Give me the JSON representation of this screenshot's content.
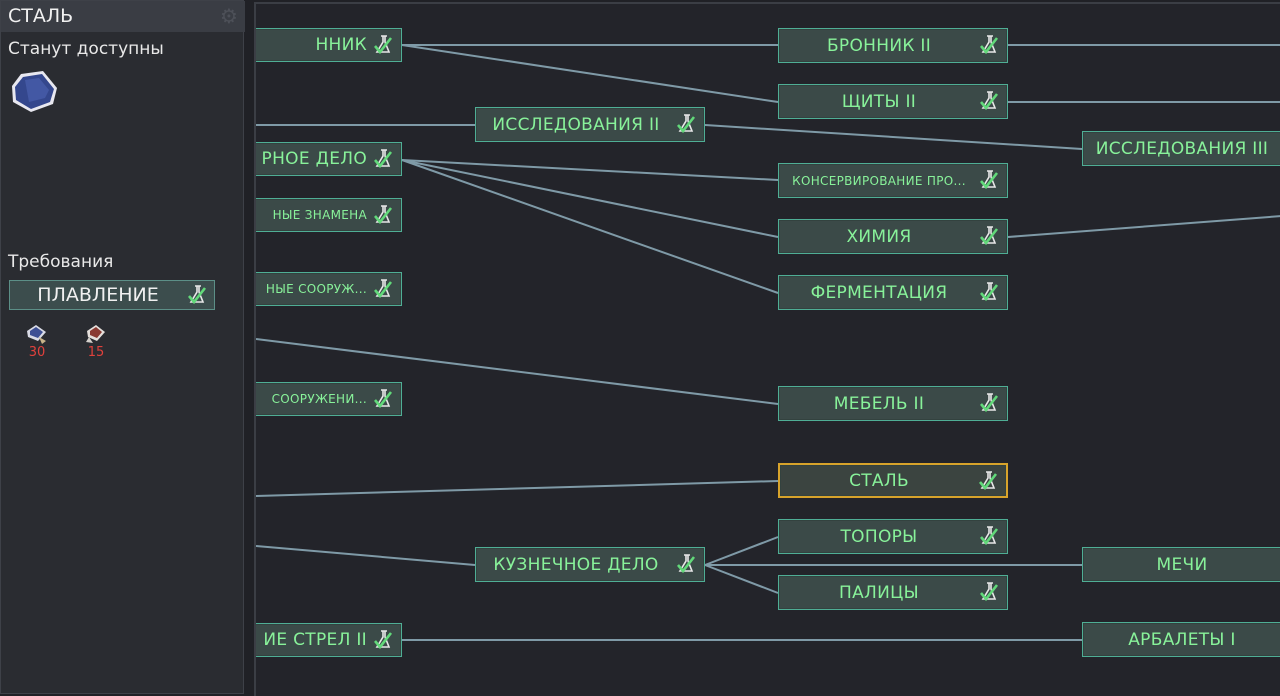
{
  "panel": {
    "title": "СТАЛЬ",
    "unlocks_label": "Станут доступны",
    "requirements_label": "Требования",
    "required_tech": "ПЛАВЛЕНИЕ",
    "costs": [
      {
        "icon": "research-pack-icon",
        "value": "30"
      },
      {
        "icon": "advanced-research-pack-icon",
        "value": "15"
      }
    ]
  },
  "tree": {
    "left_column": [
      "ННИК",
      "РНОЕ ДЕЛО",
      "НЫЕ ЗНАМЕНА",
      "НЫЕ СООРУЖ...",
      "СООРУЖЕНИ...",
      "ИЕ СТРЕЛ II"
    ],
    "middle_column": [
      "ИССЛЕДОВАНИЯ II",
      "КУЗНЕЧНОЕ ДЕЛО"
    ],
    "center_column": [
      "БРОННИК II",
      "ЩИТЫ II",
      "КОНСЕРВИРОВАНИЕ ПРО...",
      "ХИМИЯ",
      "ФЕРМЕНТАЦИЯ",
      "МЕБЕЛЬ II",
      "СТАЛЬ",
      "ТОПОРЫ",
      "ПАЛИЦЫ"
    ],
    "right_column": [
      "ИССЛЕДОВАНИЯ III",
      "МЕЧИ",
      "АРБАЛЕТЫ I"
    ],
    "selected": "СТАЛЬ"
  },
  "colors": {
    "node_text": "#88f29a",
    "node_border": "#4fae95",
    "selected_border": "#d7a32b",
    "cost_text": "#e0413c"
  }
}
